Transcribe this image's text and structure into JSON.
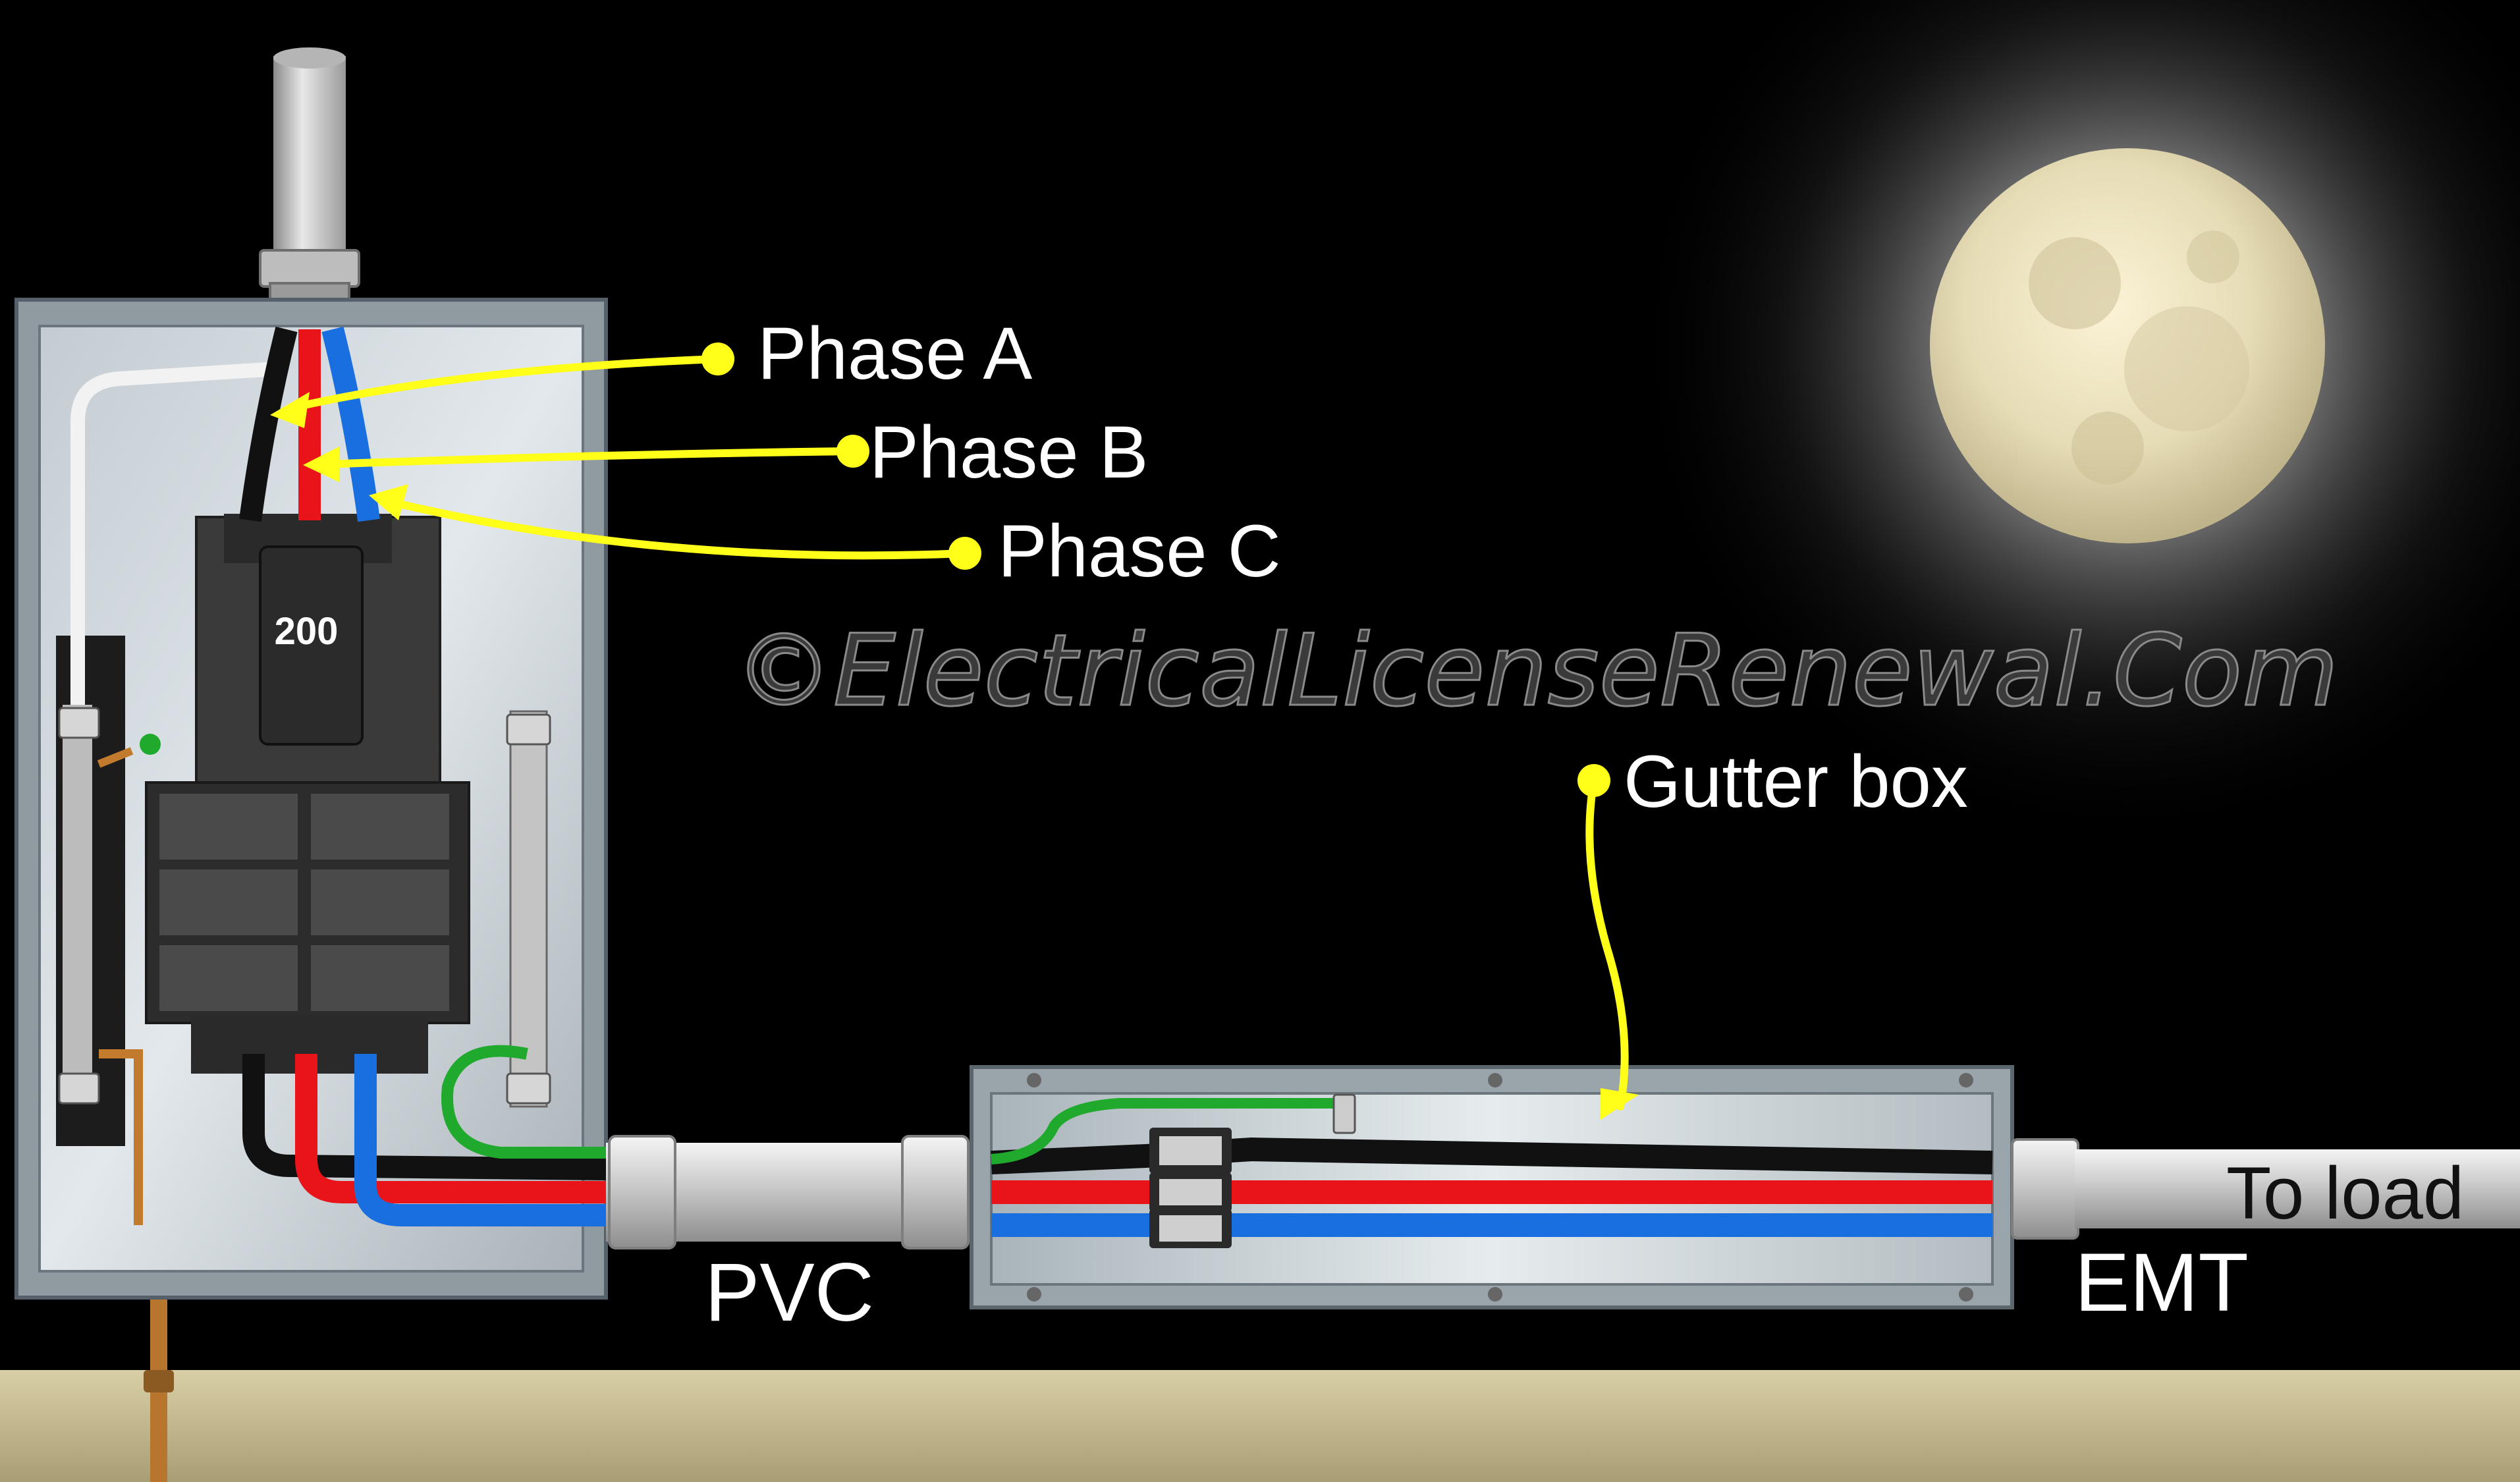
{
  "labels": {
    "phase_a": "Phase A",
    "phase_b": "Phase B",
    "phase_c": "Phase C",
    "gutter_box": "Gutter box",
    "pvc": "PVC",
    "emt": "EMT",
    "to_load": "To load",
    "breaker_rating": "200"
  },
  "watermark": "©ElectricalLicenseRenewal.Com",
  "colors": {
    "background": "#000000",
    "ground": "#c8bd94",
    "callout": "#ffff1a",
    "phase_a_wire": "#111111",
    "phase_b_wire": "#e8141a",
    "phase_c_wire": "#1a6fe0",
    "ground_wire": "#1faa2e",
    "neutral_wire": "#f2f2f2"
  }
}
